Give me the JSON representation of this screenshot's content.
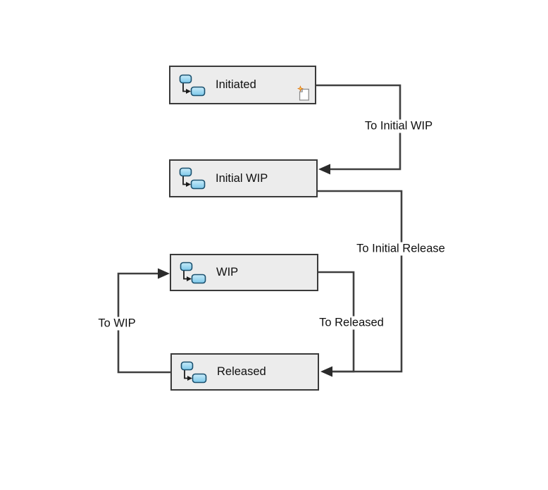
{
  "diagram": {
    "states": [
      {
        "label": "Initiated",
        "start_marker": "new-object-icon"
      },
      {
        "label": "Initial WIP"
      },
      {
        "label": "WIP"
      },
      {
        "label": "Released"
      }
    ],
    "transitions": [
      {
        "label": "To Initial WIP",
        "from": "Initiated",
        "to": "Initial WIP"
      },
      {
        "label": "To Initial Release",
        "from": "Initial WIP",
        "to": "Released"
      },
      {
        "label": "To Released",
        "from": "WIP",
        "to": "Released"
      },
      {
        "label": "To WIP",
        "from": "Released",
        "to": "WIP"
      }
    ],
    "colors": {
      "state_fill": "#ececec",
      "state_border": "#3a3a3a",
      "connector": "#3f3f3f",
      "arrowhead": "#2b2b2b",
      "icon_blue_light": "#c9ecfa",
      "icon_blue": "#7cc8ea",
      "icon_blue_border": "#1a506e",
      "star_orange": "#e07818",
      "star_core": "#ffd24d",
      "page_outline": "#8a8a8a"
    }
  }
}
